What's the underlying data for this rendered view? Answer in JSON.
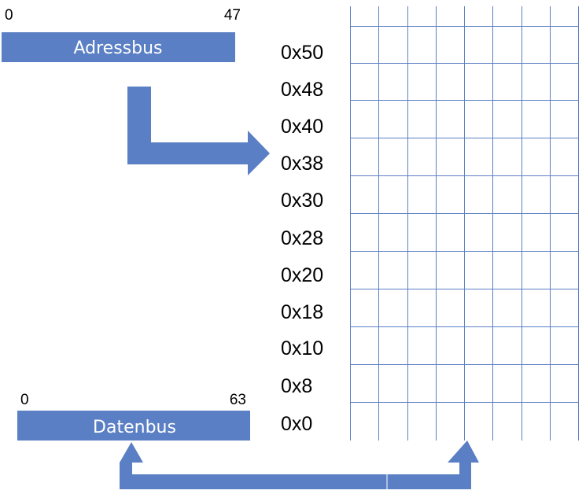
{
  "address_bus": {
    "label": "Adressbus",
    "bit_start": "0",
    "bit_end": "47"
  },
  "data_bus": {
    "label": "Datenbus",
    "bit_start": "0",
    "bit_end": "63"
  },
  "memory": {
    "addresses": [
      "0x50",
      "0x48",
      "0x40",
      "0x38",
      "0x30",
      "0x28",
      "0x20",
      "0x18",
      "0x10",
      "0x8",
      "0x0"
    ],
    "columns": 8
  },
  "colors": {
    "bus_fill": "#5b7fc4",
    "bus_text": "#ffffff",
    "grid_line": "#5b7fc4",
    "arrow_fill": "#5b7fc4"
  }
}
